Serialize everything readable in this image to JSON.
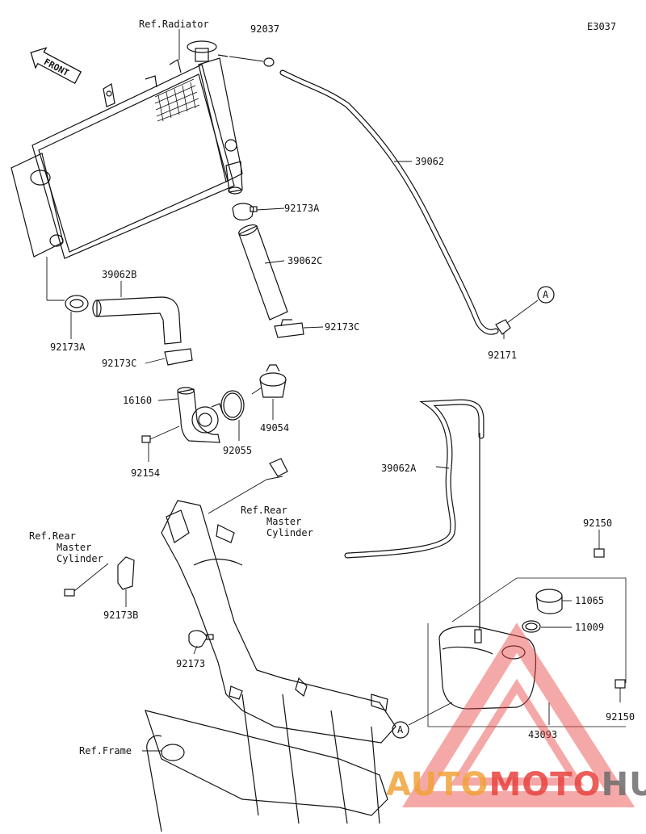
{
  "diagram_code": "E3037",
  "front_label": "FRONT",
  "refs": {
    "radiator": "Ref.Radiator",
    "rear_master_cyl_right": [
      "Ref.Rear",
      "Master",
      "Cylinder"
    ],
    "rear_master_cyl_left": [
      "Ref.Rear",
      "Master",
      "Cylinder"
    ],
    "frame": "Ref.Frame"
  },
  "parts": {
    "p92037": "92037",
    "p39062": "39062",
    "p92173A_top": "92173A",
    "p39062C": "39062C",
    "p92173C_top": "92173C",
    "p39062B": "39062B",
    "p92173A_left": "92173A",
    "p92173C_left": "92173C",
    "p16160": "16160",
    "p92055": "92055",
    "p49054": "49054",
    "p92154": "92154",
    "p92171": "92171",
    "p39062A": "39062A",
    "p92150_top": "92150",
    "p11065": "11065",
    "p11009": "11009",
    "p92173B": "92173B",
    "p92173": "92173",
    "p92150_bottom": "92150",
    "p43093": "43093"
  },
  "callout_a": "A",
  "watermark": {
    "auto": "AUTO",
    "moto": "MOTO",
    "hub": "HUB",
    "color_orange": "#f2a33a",
    "color_red": "#e8433f",
    "color_gray": "#6d6d6d"
  }
}
